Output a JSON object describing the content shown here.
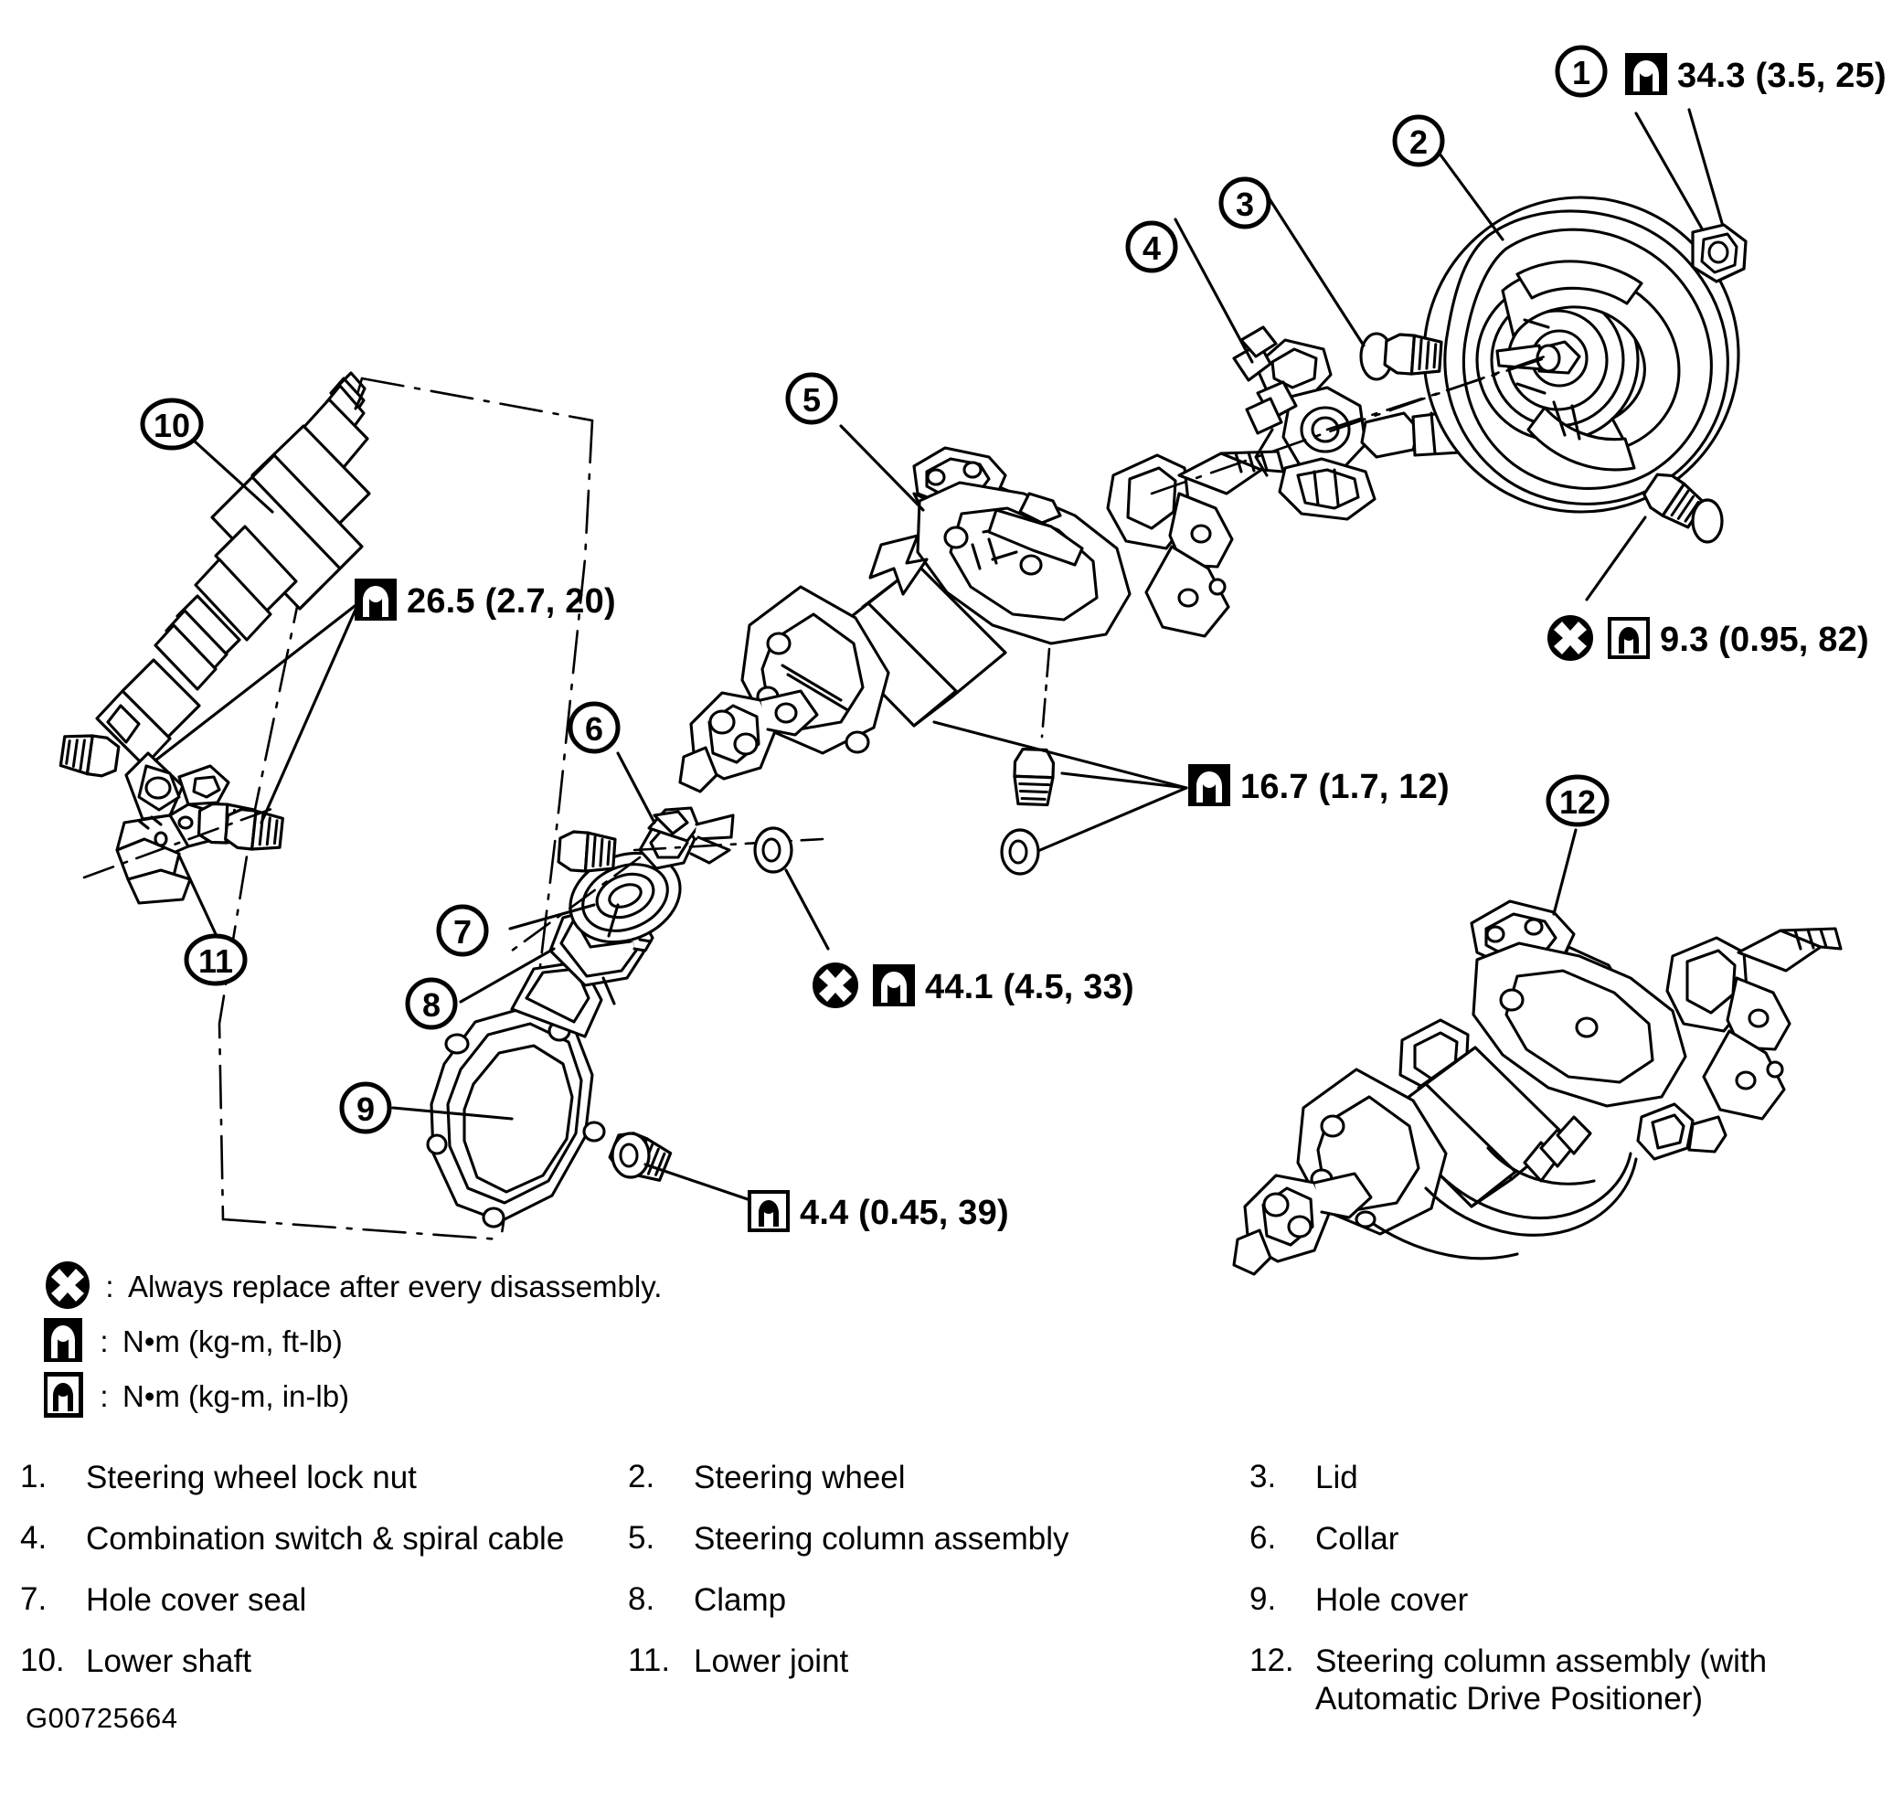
{
  "figure": {
    "id": "G00725664",
    "title": "Steering column exploded view"
  },
  "torque_specs": [
    {
      "key": "t1",
      "callout": "1",
      "icon": "torque-ftlb-icon",
      "replace": false,
      "value": "34.3 (3.5, 25)"
    },
    {
      "key": "t2",
      "callout": null,
      "icon": "torque-inlb-icon",
      "replace": true,
      "value": "9.3 (0.95, 82)"
    },
    {
      "key": "t3",
      "callout": null,
      "icon": "torque-ftlb-icon",
      "replace": false,
      "value": "26.5 (2.7, 20)"
    },
    {
      "key": "t4",
      "callout": null,
      "icon": "torque-ftlb-icon",
      "replace": false,
      "value": "16.7 (1.7, 12)"
    },
    {
      "key": "t5",
      "callout": null,
      "icon": "torque-ftlb-icon",
      "replace": true,
      "value": "44.1 (4.5, 33)"
    },
    {
      "key": "t6",
      "callout": null,
      "icon": "torque-inlb-icon",
      "replace": false,
      "value": "4.4 (0.45, 39)"
    }
  ],
  "callouts": [
    {
      "n": "1"
    },
    {
      "n": "2"
    },
    {
      "n": "3"
    },
    {
      "n": "4"
    },
    {
      "n": "5"
    },
    {
      "n": "6"
    },
    {
      "n": "7"
    },
    {
      "n": "8"
    },
    {
      "n": "9"
    },
    {
      "n": "10"
    },
    {
      "n": "11"
    },
    {
      "n": "12"
    }
  ],
  "legend": [
    {
      "icon": "replace-x-icon",
      "colon": ":",
      "text": "Always replace after every disassembly."
    },
    {
      "icon": "torque-ftlb-icon",
      "colon": ":",
      "text": "N•m (kg-m,  ft-lb)"
    },
    {
      "icon": "torque-inlb-icon",
      "colon": ":",
      "text": "N•m (kg-m,  in-lb)"
    }
  ],
  "parts": [
    {
      "num": "1.",
      "name": "Steering wheel lock nut"
    },
    {
      "num": "2.",
      "name": "Steering wheel"
    },
    {
      "num": "3.",
      "name": "Lid"
    },
    {
      "num": "4.",
      "name": "Combination switch & spiral cable"
    },
    {
      "num": "5.",
      "name": "Steering column assembly"
    },
    {
      "num": "6.",
      "name": "Collar"
    },
    {
      "num": "7.",
      "name": "Hole cover seal"
    },
    {
      "num": "8.",
      "name": "Clamp"
    },
    {
      "num": "9.",
      "name": "Hole cover"
    },
    {
      "num": "10.",
      "name": "Lower shaft"
    },
    {
      "num": "11.",
      "name": "Lower joint"
    },
    {
      "num": "12.",
      "name": "Steering column assembly (with Automatic Drive Positioner)"
    }
  ],
  "colors": {
    "ink": "#000000",
    "paper": "#ffffff"
  }
}
